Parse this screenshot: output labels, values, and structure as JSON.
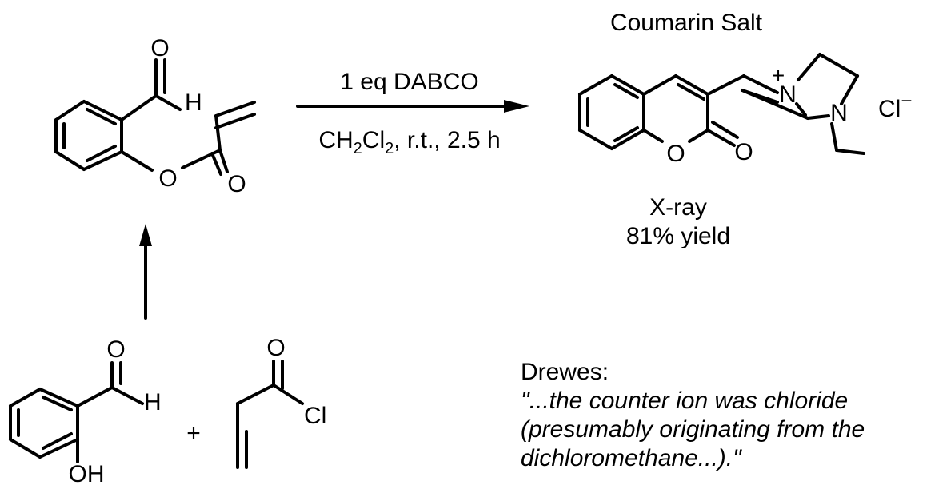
{
  "reaction": {
    "reagent": "1 eq DABCO",
    "conditions": {
      "ch": "CH",
      "sub1": "2",
      "cl": "Cl",
      "sub2": "2",
      "rest": ", r.t., 2.5 h"
    }
  },
  "product": {
    "title": "Coumarin Salt",
    "method": "X-ray",
    "yield": "81% yield",
    "counter_ion": {
      "symbol": "Cl",
      "charge": "−"
    },
    "ring_O": "O",
    "carbonyl_O": "O",
    "N_plus": "N",
    "plus_sign": "+",
    "N": "N"
  },
  "ester": {
    "aldehyde_O": "O",
    "aldehyde_H": "H",
    "ester_O": "O",
    "carbonyl_O": "O"
  },
  "salicylaldehyde": {
    "aldehyde_O": "O",
    "aldehyde_H": "H",
    "OH": "OH"
  },
  "plus": "+",
  "acryloyl_chloride": {
    "O": "O",
    "Cl": "Cl"
  },
  "quote": {
    "author": "Drewes:",
    "lines": [
      "\"...the counter ion was chloride",
      "(presumably originating from the",
      "dichloromethane...).\""
    ]
  }
}
